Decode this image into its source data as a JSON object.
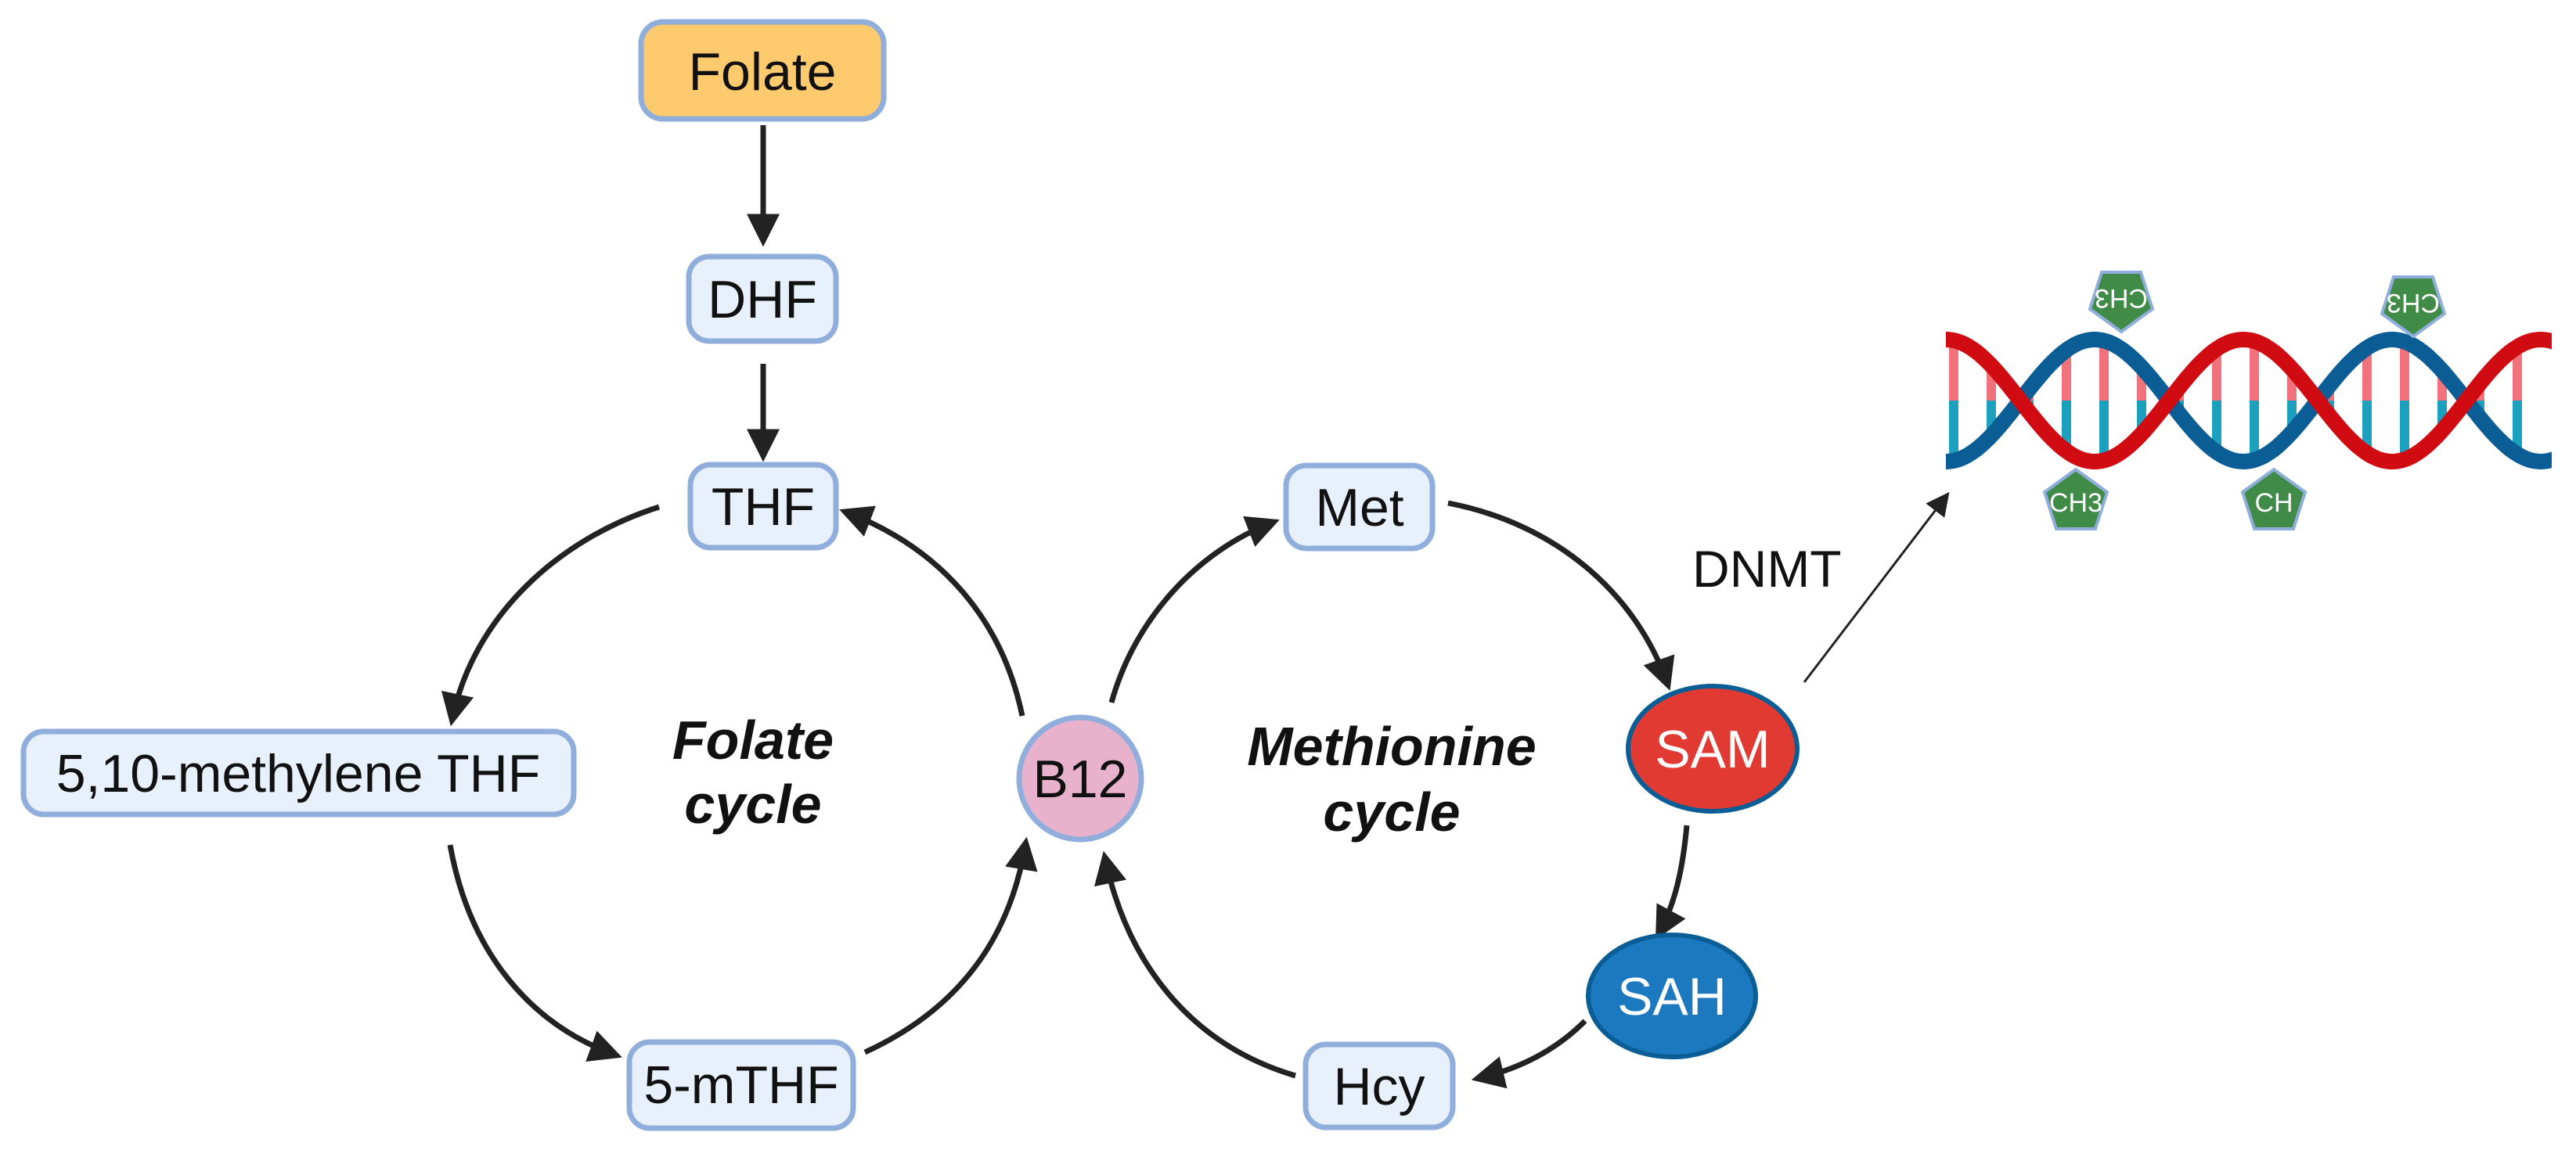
{
  "nodes": {
    "folate": "Folate",
    "dhf": "DHF",
    "thf": "THF",
    "methylene_thf": "5,10-methylene THF",
    "mthf": "5-mTHF",
    "b12": "B12",
    "met": "Met",
    "sam": "SAM",
    "sah": "SAH",
    "hcy": "Hcy"
  },
  "cycles": {
    "folate_line1": "Folate",
    "folate_line2": "cycle",
    "methionine_line1": "Methionine",
    "methionine_line2": "cycle"
  },
  "enzyme": "DNMT",
  "methyl_groups": [
    "CH3",
    "CH3",
    "CH3",
    "CH"
  ],
  "colors": {
    "folate_fill": "#FDCB6E",
    "box_fill": "#E8F1FB",
    "box_stroke": "#8FAEDB",
    "b12_fill": "#E8B1CC",
    "sam_fill": "#E03A32",
    "sah_fill": "#1C79C0",
    "dna_red": "#D10B12",
    "dna_blue": "#0B5E95",
    "rung_red": "#F0727A",
    "rung_teal": "#1D9FBF",
    "methyl_green": "#3F8B47"
  }
}
